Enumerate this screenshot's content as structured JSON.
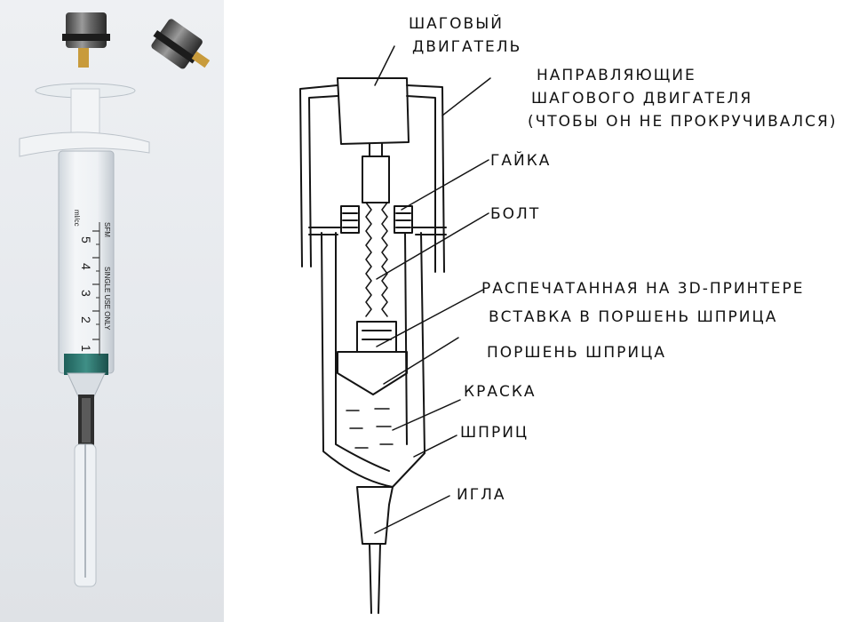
{
  "photo": {
    "scale_unit": "ml/cc",
    "scale_numbers": [
      "5",
      "4",
      "3",
      "2",
      "1"
    ],
    "barrel_text": "SINGLE USE ONLY",
    "barrel_brand": "SFM"
  },
  "sketch": {
    "labels": {
      "motor": [
        "ШАГОВЫЙ",
        "ДВИГАТЕЛЬ"
      ],
      "guides": [
        "НАПРАВЛЯЮЩИЕ",
        "ШАГОВОГО ДВИГАТЕЛЯ",
        "(ЧТОБЫ ОН НЕ ПРОКРУЧИВАЛСЯ)"
      ],
      "nut": "ГАЙКА",
      "bolt": "БОЛТ",
      "insert": [
        "РАСПЕЧАТАННАЯ НА 3D-ПРИНТЕРЕ",
        "ВСТАВКА В ПОРШЕНЬ ШПРИЦА"
      ],
      "plunger": "ПОРШЕНЬ ШПРИЦА",
      "paint": "КРАСКА",
      "syringe": "ШПРИЦ",
      "needle": "ИГЛА"
    }
  }
}
